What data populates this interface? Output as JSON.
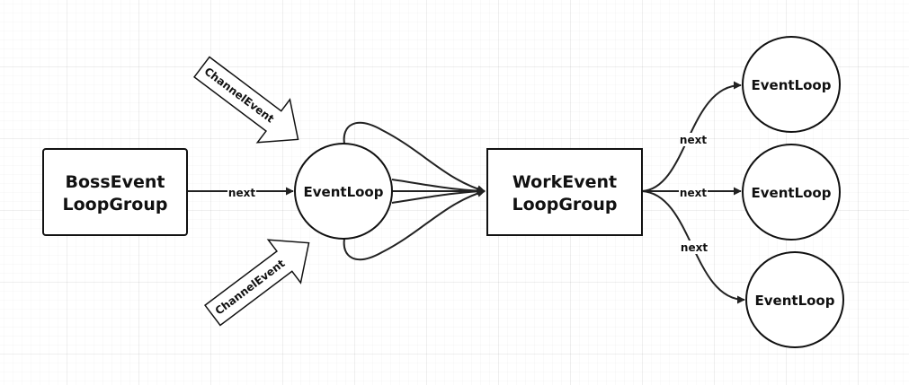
{
  "diagram": {
    "boss_group": {
      "line1": "BossEvent",
      "line2": "LoopGroup"
    },
    "work_group": {
      "line1": "WorkEvent",
      "line2": "LoopGroup"
    },
    "boss_loop": "EventLoop",
    "worker_loops": [
      "EventLoop",
      "EventLoop",
      "EventLoop"
    ],
    "edge_label": "next",
    "input_arrow_label": "ChannelEvent"
  }
}
